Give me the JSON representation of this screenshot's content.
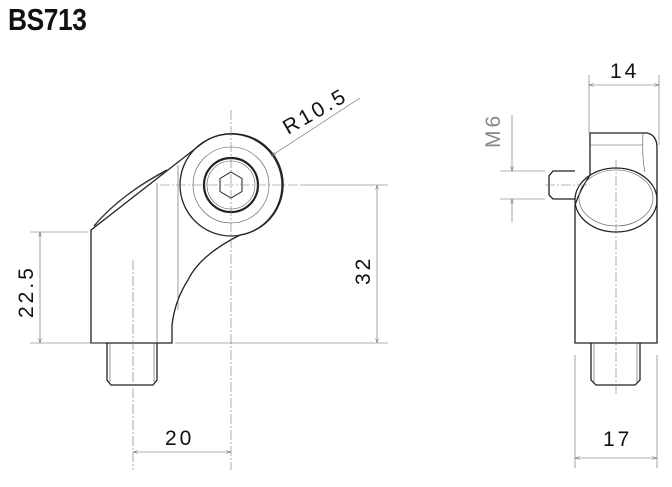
{
  "title": "BS713",
  "dimensions": {
    "radius": "R10.5",
    "height_front": "22.5",
    "height_center": "32",
    "width_front": "20",
    "width_side_top": "14",
    "thread": "M6",
    "width_side_bottom": "17"
  }
}
